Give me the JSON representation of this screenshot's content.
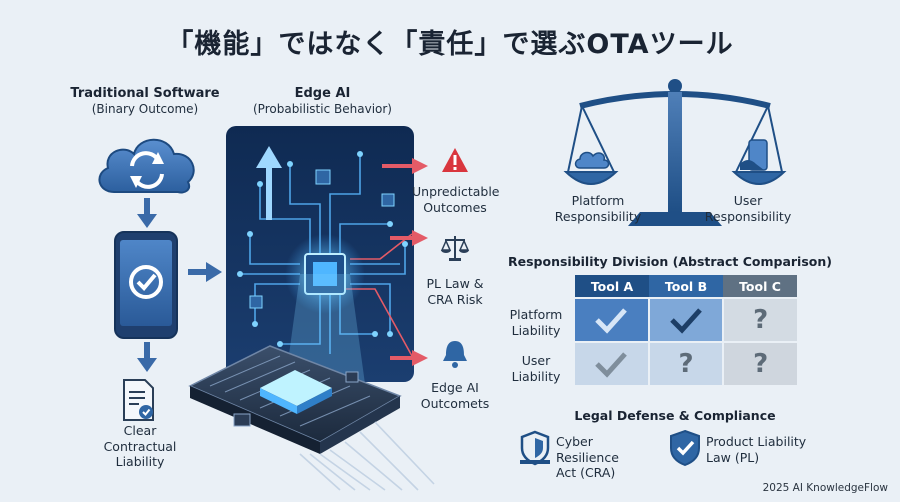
{
  "title": "「機能」ではなく「責任」で選ぶOTAツール",
  "left": {
    "traditional": {
      "title": "Traditional Software",
      "subtitle": "(Binary Outcome)"
    },
    "edge": {
      "title": "Edge AI",
      "subtitle": "(Probabilistic Behavior)"
    },
    "clear_liability": [
      "Clear",
      "Contractual",
      "Liability"
    ],
    "outcomes": [
      {
        "icon": "warning-icon",
        "lines": [
          "Unpredictable",
          "Outcomes"
        ]
      },
      {
        "icon": "scale-icon",
        "lines": [
          "PL Law &",
          "CRA Risk"
        ]
      },
      {
        "icon": "bell-icon",
        "lines": [
          "Edge AI",
          "Outcomets"
        ]
      }
    ]
  },
  "balance": {
    "left_label": [
      "Platform",
      "Responsibility"
    ],
    "right_label": [
      "User",
      "Responsibility"
    ]
  },
  "division": {
    "title": "Responsibility Division (Abstract Comparison)",
    "columns": [
      "Tool A",
      "Tool B",
      "Tool C"
    ],
    "rows": [
      {
        "label": [
          "Platform",
          "Liability"
        ],
        "cells": [
          "check",
          "check",
          "question"
        ]
      },
      {
        "label": [
          "User",
          "Liability"
        ],
        "cells": [
          "check",
          "question",
          "question"
        ]
      }
    ]
  },
  "legal": {
    "title": "Legal Defense & Compliance",
    "items": [
      {
        "icon": "shield-laptop-icon",
        "lines": [
          "Cyber Resilience",
          "Act (CRA)"
        ]
      },
      {
        "icon": "shield-check-icon",
        "lines": [
          "Product Liability",
          "Law (PL)"
        ]
      }
    ]
  },
  "footer": "2025 AI KnowledgeFlow",
  "colors": {
    "accent": "#2f66a4",
    "dark": "#1f4f86",
    "warning": "#d9363e",
    "bg": "#eaf0f6"
  }
}
